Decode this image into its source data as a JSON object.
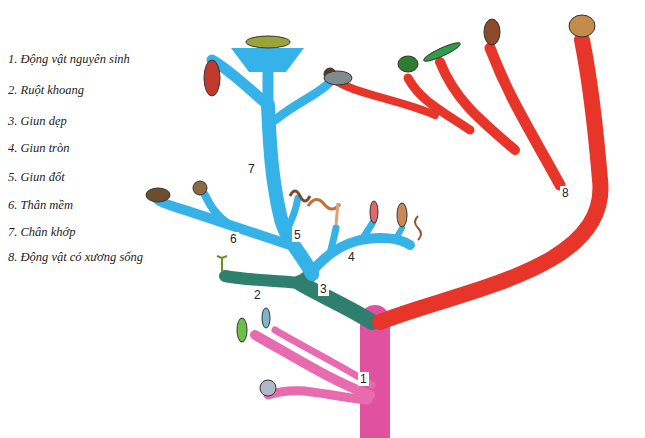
{
  "diagram": {
    "labels": [
      "1. Động vật nguyên sinh",
      "2. Ruột khoang",
      "3. Giun dẹp",
      "4. Giun tròn",
      "5. Giun đốt",
      "6. Thân mềm",
      "7. Chân khớp",
      "8. Động vật có xương sống",
      "1",
      "2",
      "3",
      "4",
      "5",
      "6",
      "7",
      "8"
    ]
  }
}
